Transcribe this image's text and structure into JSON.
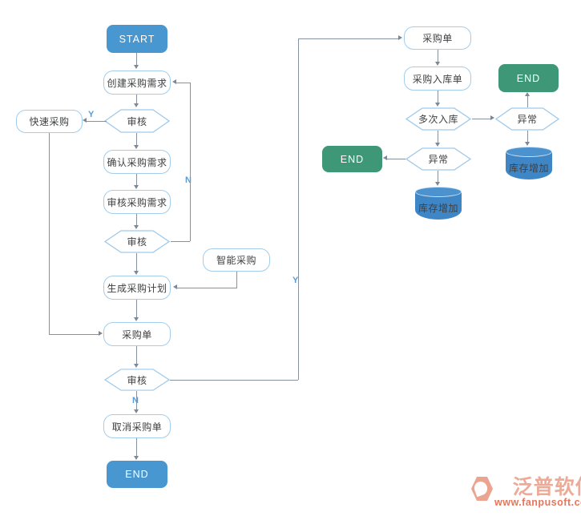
{
  "nodes": {
    "start": "START",
    "create_demand": "创建采购需求",
    "audit1": "审核",
    "quick_purchase": "快速采购",
    "confirm_demand": "确认采购需求",
    "audit_demand": "审核采购需求",
    "audit2": "审核",
    "smart_purchase": "智能采购",
    "gen_plan": "生成采购计划",
    "purchase_order": "采购单",
    "audit3": "审核",
    "cancel_order": "取消采购单",
    "end_left": "END",
    "po_right": "采购单",
    "po_inbound": "采购入库单",
    "multi_inbound": "多次入库",
    "end_right": "END",
    "abnormal_right": "异常",
    "stock_right": "库存增加",
    "abnormal_mid": "异常",
    "end_mid": "END",
    "stock_mid": "库存增加"
  },
  "edge_labels": {
    "audit1_yes": "Y",
    "audit2_no": "N",
    "audit3_yes": "Y",
    "audit3_no": "N"
  },
  "watermark": {
    "brand": "泛普软件",
    "url": "www.fanpusoft.com"
  },
  "colors": {
    "terminal_blue": "#4997d0",
    "terminal_green": "#3e9878",
    "cylinder_blue": "#3e86c6",
    "node_border": "#9fc9ea",
    "line": "#8792a0",
    "branch_label": "#5b9bd5",
    "watermark_brand": "#edab97",
    "watermark_url": "#e8745a"
  }
}
